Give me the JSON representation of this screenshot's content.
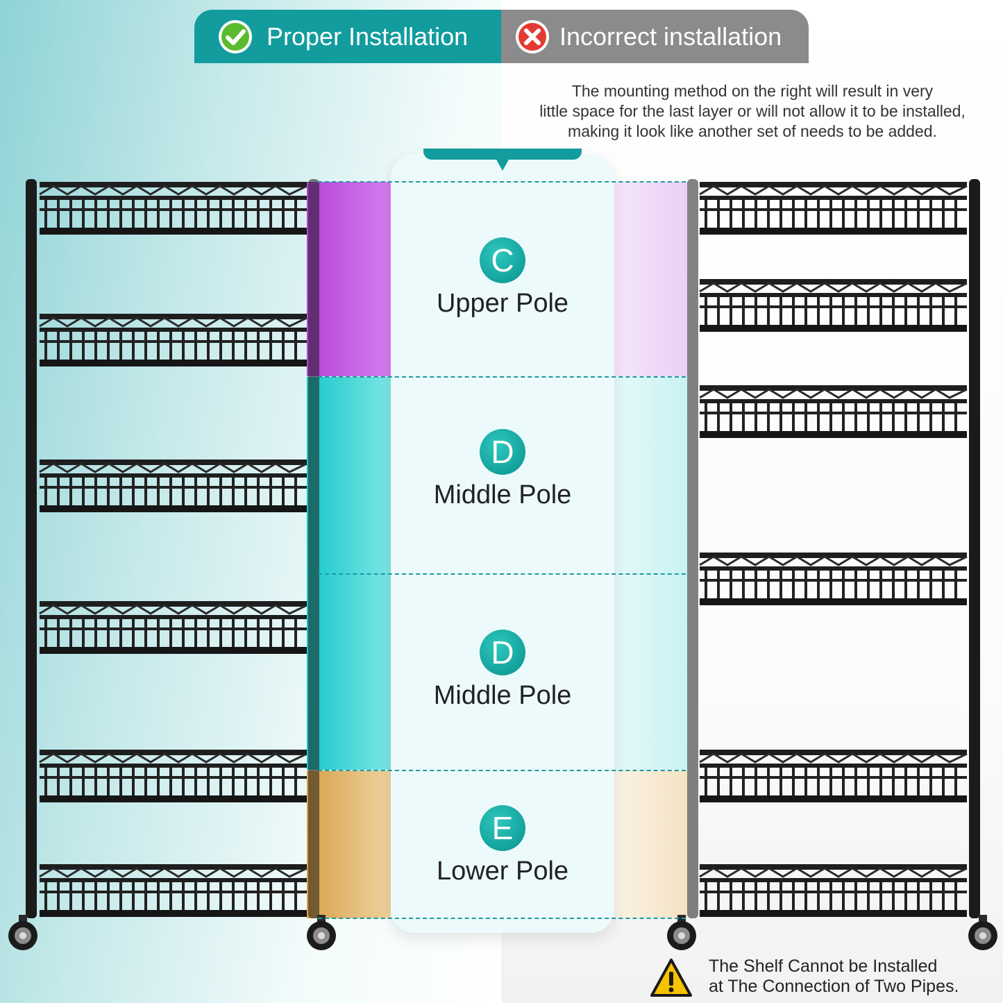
{
  "tabs": {
    "proper": {
      "label": "Proper Installation",
      "icon": "check-icon",
      "color": "#129c9e"
    },
    "incorrect": {
      "label": "Incorrect installation",
      "icon": "cross-icon",
      "color": "#8b8b8b"
    }
  },
  "note": {
    "line1": "The mounting method on the right will result in very",
    "line2": "little space for the last layer or will not allow it to be installed,",
    "line3": "making it look like another set of needs to be added."
  },
  "poles": [
    {
      "letter": "C",
      "name": "Upper Pole",
      "color": "#c652e0"
    },
    {
      "letter": "D",
      "name": "Middle Pole",
      "color": "#33d6d6"
    },
    {
      "letter": "D",
      "name": "Middle Pole",
      "color": "#33d6d6"
    },
    {
      "letter": "E",
      "name": "Lower Pole",
      "color": "#d8a64c"
    }
  ],
  "warning": {
    "icon": "warning-icon",
    "line1": "The Shelf Cannot be Installed",
    "line2": "at The Connection of Two Pipes."
  }
}
